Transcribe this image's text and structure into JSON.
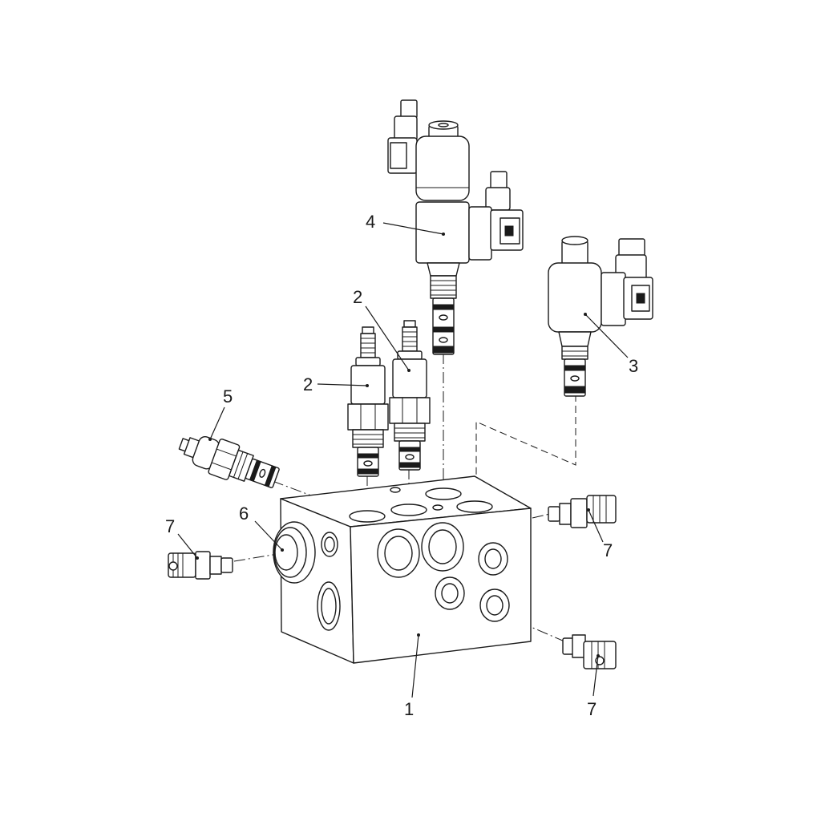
{
  "callouts": [
    {
      "id": "c1",
      "label": "1"
    },
    {
      "id": "c2a",
      "label": "2"
    },
    {
      "id": "c2b",
      "label": "2"
    },
    {
      "id": "c3",
      "label": "3"
    },
    {
      "id": "c4",
      "label": "4"
    },
    {
      "id": "c5",
      "label": "5"
    },
    {
      "id": "c6",
      "label": "6"
    },
    {
      "id": "c7a",
      "label": "7"
    },
    {
      "id": "c7b",
      "label": "7"
    },
    {
      "id": "c7c",
      "label": "7"
    }
  ],
  "colors": {
    "line": "#1a1a1a",
    "background": "#ffffff"
  }
}
